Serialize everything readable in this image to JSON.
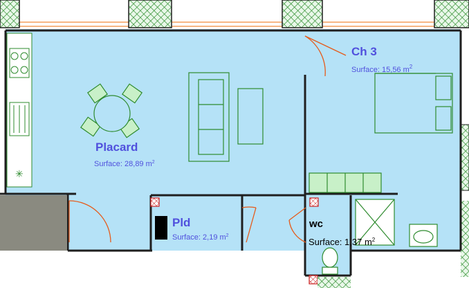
{
  "colors": {
    "floor": "#b5e2f7",
    "wall": "#1f1f1f",
    "furniture": "#2e8b2e",
    "furniture_fill": "#c8f0c8",
    "window_hatch": "#2f8f2f",
    "window_line": "#f08a3a",
    "door": "#e65a1a",
    "room_label": "#5050dd",
    "wc_label": "#000000",
    "duct": "#cc2222",
    "exterior_block": "#8a8a80",
    "black_block": "#000000"
  },
  "rooms": {
    "placard": {
      "name": "Placard",
      "surface_label": "Surface: 28,89 m",
      "superscript": "2"
    },
    "ch3": {
      "name": "Ch 3",
      "surface_label": "Surface: 15,56 m",
      "superscript": "2"
    },
    "pld": {
      "name": "Pld",
      "surface_label": "Surface: 2,19 m",
      "superscript": "2"
    },
    "wc": {
      "name": "wc",
      "surface_label": "Surface: 1,37 m",
      "superscript": "2"
    }
  }
}
